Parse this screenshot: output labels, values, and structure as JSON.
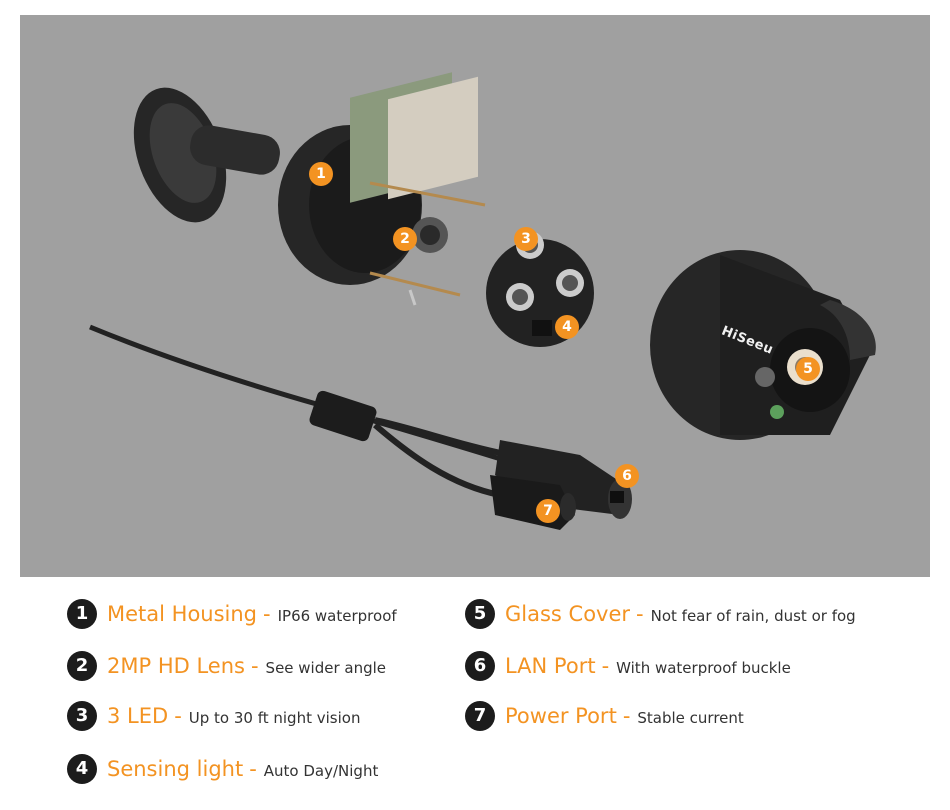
{
  "brand": "HiSeeu",
  "accent_color": "#f39322",
  "photo_background": "#a0a0a0",
  "callouts": [
    "1",
    "2",
    "3",
    "4",
    "5",
    "6",
    "7"
  ],
  "features": [
    {
      "number": "1",
      "name": "Metal Housing",
      "separator": "-",
      "description": "IP66 waterproof"
    },
    {
      "number": "2",
      "name": "2MP HD Lens",
      "separator": "-",
      "description": "See wider angle"
    },
    {
      "number": "3",
      "name": "3 LED",
      "separator": "-",
      "description": "Up to 30 ft night vision"
    },
    {
      "number": "4",
      "name": "Sensing light",
      "separator": "-",
      "description": "Auto Day/Night"
    },
    {
      "number": "5",
      "name": "Glass Cover",
      "separator": "-",
      "description": "Not fear of rain, dust or fog"
    },
    {
      "number": "6",
      "name": "LAN Port",
      "separator": "-",
      "description": "With waterproof buckle"
    },
    {
      "number": "7",
      "name": "Power Port",
      "separator": "-",
      "description": "Stable current"
    }
  ]
}
